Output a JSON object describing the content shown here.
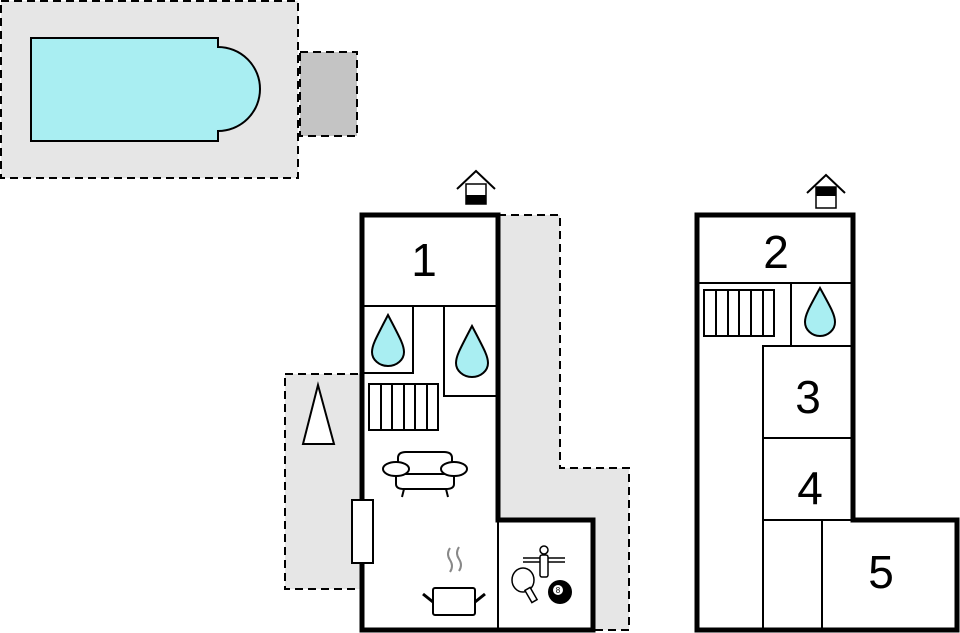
{
  "rooms": {
    "r1": "1",
    "r2": "2",
    "r3": "3",
    "r4": "4",
    "r5": "5"
  },
  "colors": {
    "water": "#a9eef2",
    "terrace": "#e6e6e6",
    "annex": "#c4c4c4",
    "wall": "#000000"
  },
  "icons": [
    "pool",
    "entrance-icon",
    "bathroom-drop-icon",
    "stairs-icon",
    "sofa-icon",
    "kitchen-pot-icon",
    "game-room-icon",
    "tree-icon",
    "window-icon"
  ],
  "billiard_ball": "8"
}
